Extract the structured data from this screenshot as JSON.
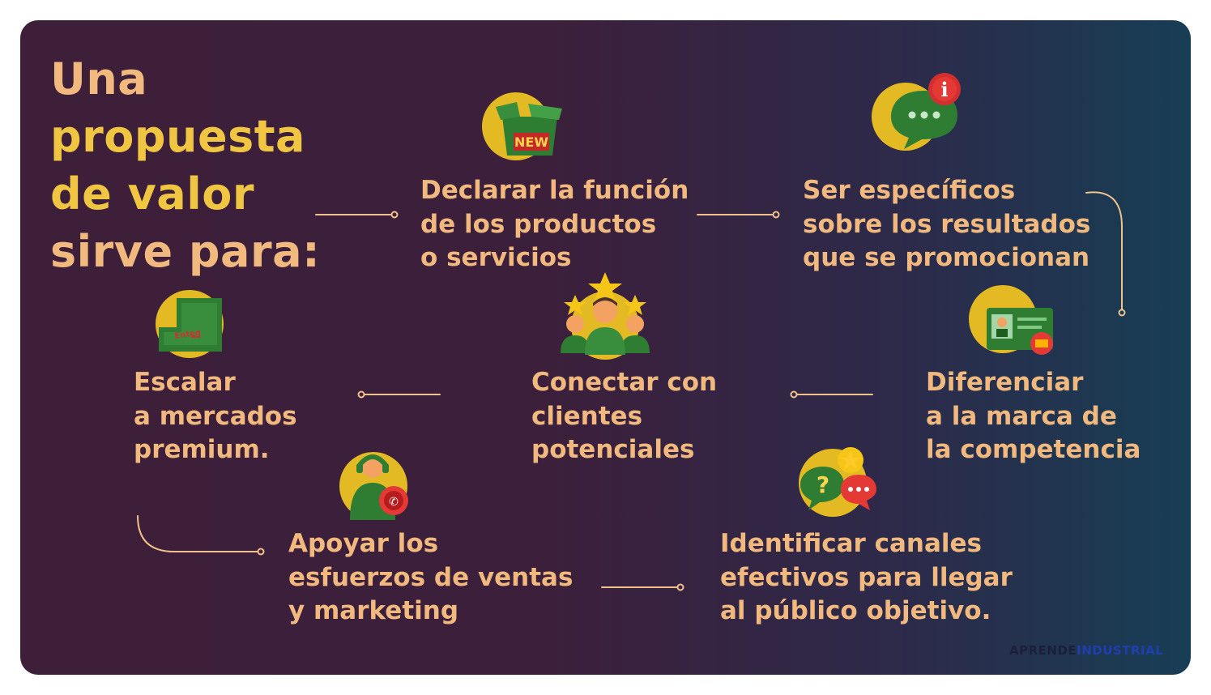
{
  "title": {
    "line1": "Una",
    "line2": "propuesta",
    "line3": "de valor",
    "line4": "sirve para:"
  },
  "items": [
    {
      "id": "declarar",
      "icon": "new-box-icon",
      "lines": [
        "Declarar la función",
        "de los productos",
        "o servicios"
      ]
    },
    {
      "id": "especificos",
      "icon": "chat-info-icon",
      "lines": [
        "Ser específicos",
        "sobre los resultados",
        "que se promocionan"
      ]
    },
    {
      "id": "diferenciar",
      "icon": "id-card-icon",
      "lines": [
        "Diferenciar",
        "a la marca de",
        "la competencia"
      ]
    },
    {
      "id": "conectar",
      "icon": "people-stars-icon",
      "lines": [
        "Conectar con",
        "clientes",
        "potenciales"
      ]
    },
    {
      "id": "escalar",
      "icon": "enter-key-icon",
      "lines": [
        "Escalar",
        "a mercados",
        "premium."
      ]
    },
    {
      "id": "apoyar",
      "icon": "support-agent-icon",
      "lines": [
        "Apoyar los",
        "esfuerzos de ventas",
        "y marketing"
      ]
    },
    {
      "id": "identificar",
      "icon": "chat-question-icon",
      "lines": [
        "Identificar canales",
        "efectivos para llegar",
        "al público objetivo."
      ]
    }
  ],
  "watermark": {
    "part1": "APRENDE",
    "part2": "INDUSTRIAL"
  },
  "colors": {
    "text_primary": "#f2b97f",
    "title_accent": "#f0c541",
    "icon_circle": "#e3b924",
    "icon_green": "#2e7d32",
    "icon_red": "#d32f2f",
    "connector": "#f2c28c"
  }
}
